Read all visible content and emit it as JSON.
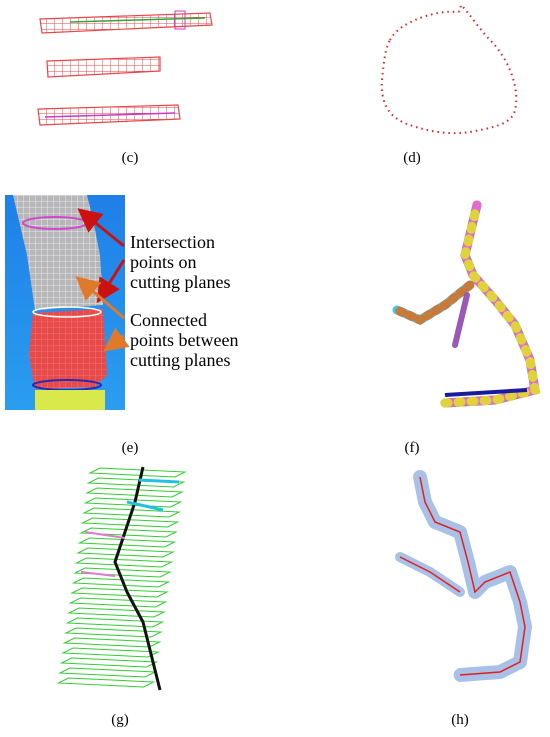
{
  "captions": {
    "c": "(c)",
    "d": "(d)",
    "e": "(e)",
    "f": "(f)",
    "g": "(g)",
    "h": "(h)"
  },
  "annotations": {
    "intersection": [
      "Intersection",
      "points on",
      "cutting planes"
    ],
    "connected": [
      "Connected",
      "points  between",
      "cutting planes"
    ]
  },
  "colors": {
    "mesh_red": "#e8464a",
    "point_red": "#e02020",
    "arrow_red": "#cc1111",
    "arrow_orange": "#e07a2a",
    "blue_bg": "#1f7fe8",
    "plane_green": "#33cc33",
    "path_black": "#111111",
    "outline_blue": "#a9c1e6"
  }
}
